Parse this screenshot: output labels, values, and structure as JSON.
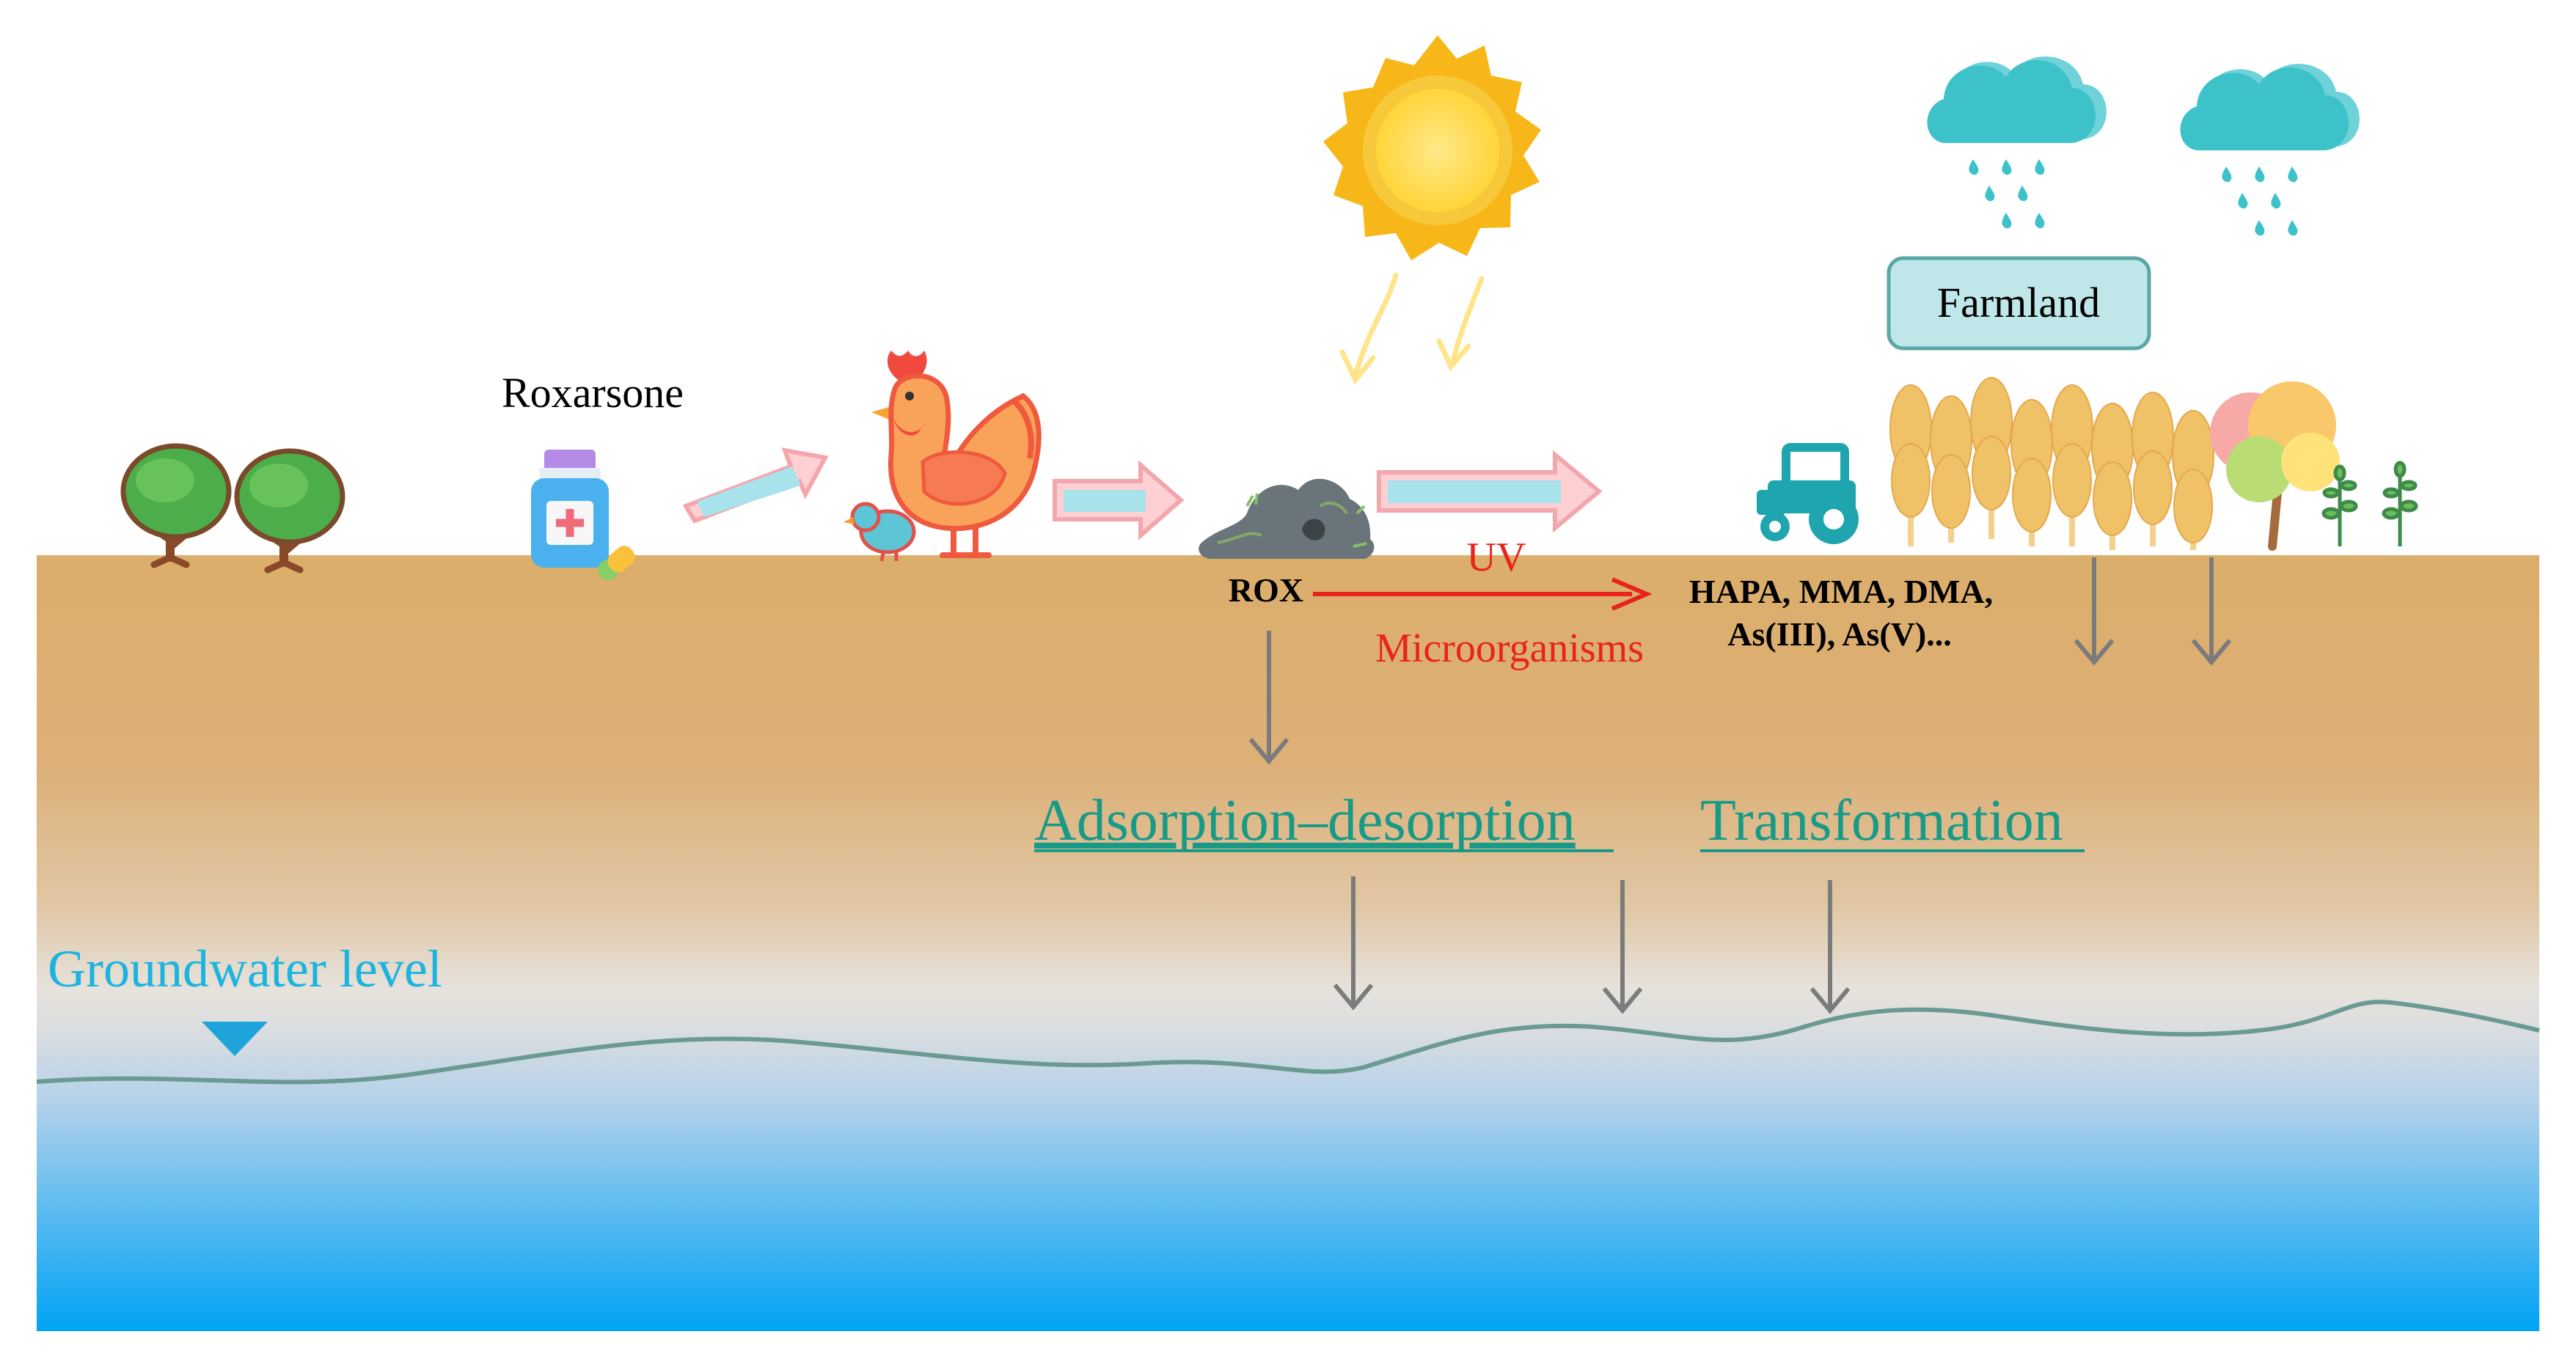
{
  "labels": {
    "roxarsone": "Roxarsone",
    "farmland": "Farmland",
    "uv": "UV",
    "rox": "ROX",
    "microorganisms": "Microorganisms",
    "products_line1": "HAPA, MMA, DMA,",
    "products_line2": "As(III), As(V)...",
    "adsorption": "Adsorption–desorption",
    "transformation": "Transformation",
    "groundwater": "Groundwater level"
  },
  "colors": {
    "soil_top": "#dcae6b",
    "soil_mid": "#e0c4a0",
    "band_gray": "#e2e2e2",
    "water_light": "#9fd0f0",
    "water_deep": "#00a3f5",
    "teal_text": "#189a86",
    "cyan_text": "#1bb4df",
    "red_text": "#e8231c",
    "gray_arrow": "#7b7b7b",
    "pink_arrow": "#f3a7ad",
    "cyan_arrow": "#a8e2ea",
    "sun": "#f7b718",
    "cloud": "#3cc2c8",
    "farmland_box": "#bfe7e9",
    "tractor": "#1fa5ae",
    "wheat": "#f0c268",
    "tree_green": "#4cae4b"
  },
  "icons": [
    "tree-icon",
    "medicine-bottle-icon",
    "pill-icon",
    "hen-icon",
    "chick-icon",
    "manure-pile-icon",
    "sun-icon",
    "rain-cloud-icon",
    "tractor-icon",
    "wheat-icon",
    "autumn-tree-icon",
    "sprout-icon"
  ]
}
